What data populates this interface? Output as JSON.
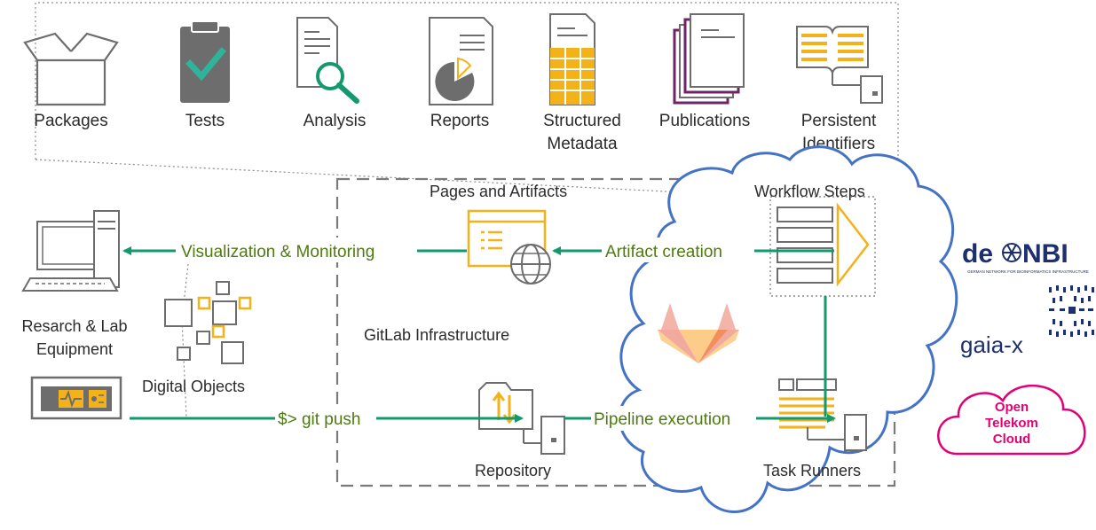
{
  "colors": {
    "arrow_green": "#129a6e",
    "label_green": "#4f7a12",
    "gold": "#f3b21a",
    "gray_icon": "#6d6d6d",
    "cloud_blue": "#4472c4",
    "telekom_magenta": "#e20074",
    "denbi_navy": "#1d2f6f"
  },
  "artifacts": [
    {
      "icon": "package-icon",
      "label": "Packages"
    },
    {
      "icon": "clipboard-check-icon",
      "label": "Tests"
    },
    {
      "icon": "document-magnifier-icon",
      "label": "Analysis"
    },
    {
      "icon": "report-pie-icon",
      "label": "Reports"
    },
    {
      "icon": "table-document-icon",
      "label_line1": "Structured",
      "label_line2": "Metadata"
    },
    {
      "icon": "stacked-books-icon",
      "label": "Publications"
    },
    {
      "icon": "open-book-icon",
      "label_line1": "Persistent",
      "label_line2": "Identifiers"
    }
  ],
  "infrastructure": {
    "pages_label": "Pages and Artifacts",
    "workflow_label": "Workflow Steps",
    "gitlab_label": "GitLab Infrastructure",
    "repository_label": "Repository",
    "task_runners_label": "Task Runners"
  },
  "flows": {
    "visualization": "Visualization & Monitoring",
    "artifact_creation": "Artifact creation",
    "git_push": "$> git push",
    "pipeline": "Pipeline execution"
  },
  "left": {
    "equipment_line1": "Resarch & Lab",
    "equipment_line2": "Equipment",
    "digital_objects": "Digital Objects"
  },
  "partners": {
    "denbi_prefix": "de",
    "denbi_suffix": "NBI",
    "denbi_tagline": "GERMAN NETWORK FOR BIOINFORMATICS INFRASTRUCTURE",
    "gaiax": "gaia-x",
    "otc_line1": "Open",
    "otc_line2": "Telekom",
    "otc_line3": "Cloud"
  }
}
